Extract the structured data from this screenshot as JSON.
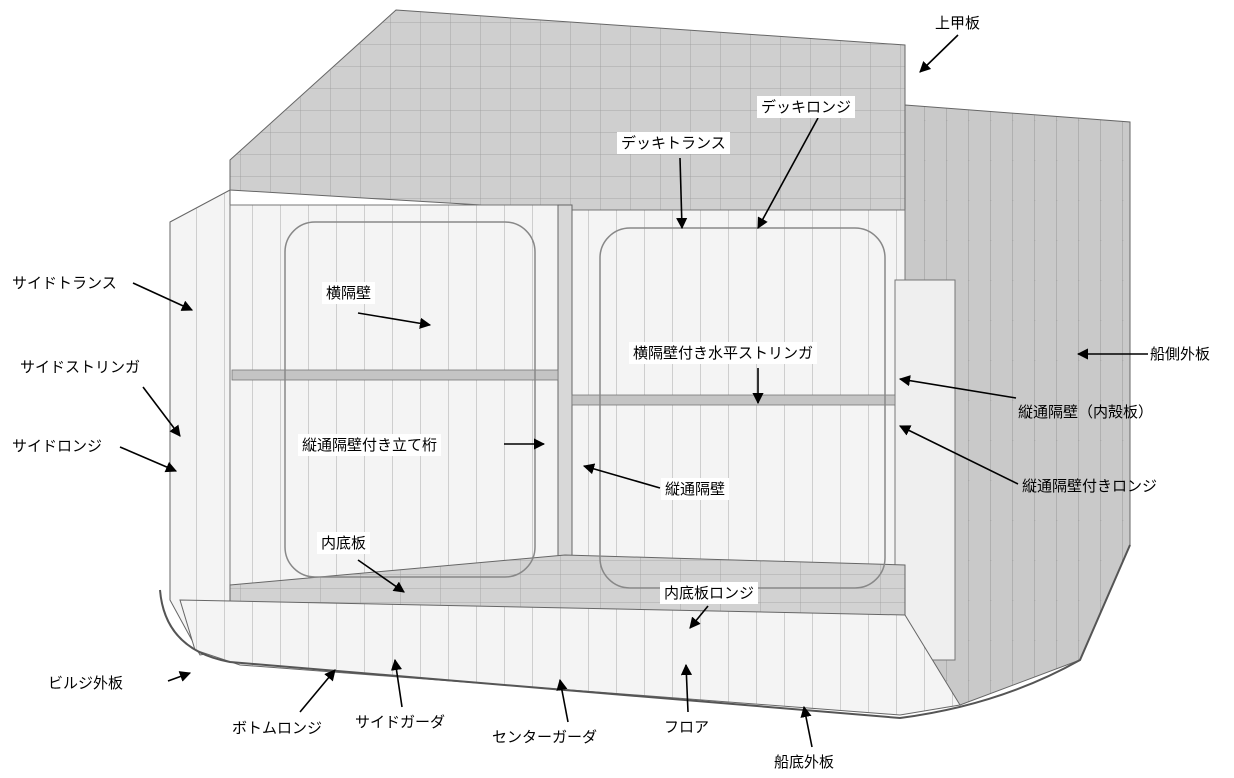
{
  "labels": {
    "upper_deck": "上甲板",
    "deck_longitudinal": "デッキロンジ",
    "deck_transverse": "デッキトランス",
    "side_transverse": "サイドトランス",
    "transverse_bulkhead": "横隔壁",
    "side_stringer": "サイドストリンガ",
    "tbhd_horizontal_stringer": "横隔壁付き水平ストリンガ",
    "side_shell": "船側外板",
    "longitudinal_bulkhead_inner_hull": "縦通隔壁（内殻板）",
    "side_longitudinal": "サイドロンジ",
    "lbhd_vertical_web": "縦通隔壁付き立て桁",
    "longitudinal_bulkhead": "縦通隔壁",
    "lbhd_longitudinal": "縦通隔壁付きロンジ",
    "inner_bottom": "内底板",
    "inner_bottom_longitudinal": "内底板ロンジ",
    "bilge_shell": "ビルジ外板",
    "bottom_longitudinal": "ボトムロンジ",
    "side_girder": "サイドガーダ",
    "center_girder": "センターガーダ",
    "floor": "フロア",
    "bottom_shell": "船底外板"
  }
}
